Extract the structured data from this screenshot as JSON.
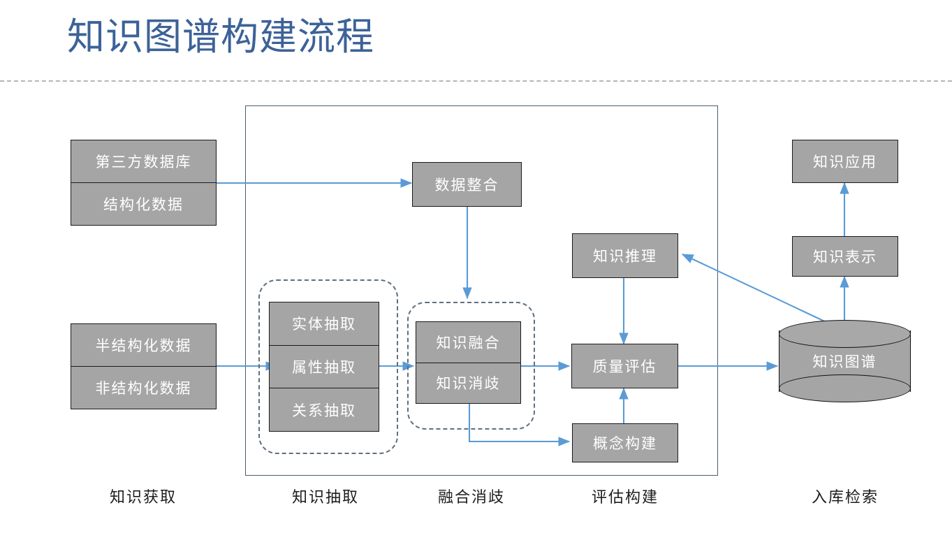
{
  "title": "知识图谱构建流程",
  "colors": {
    "title_text": "#3C6298",
    "node_fill": "#A5A5A5",
    "node_border": "#1A1A1A",
    "node_text": "#FFFFFF",
    "connector": "#5B9BD5",
    "dashed_group_border": "#5F6F7E",
    "frame_border": "#44606E",
    "header_rule": "#B6B6B6"
  },
  "nodes": {
    "source_structured": {
      "top": "第三方数据库",
      "bottom": "结构化数据"
    },
    "source_unstructured": {
      "top": "半结构化数据",
      "bottom": "非结构化数据"
    },
    "extraction": {
      "a": "实体抽取",
      "b": "属性抽取",
      "c": "关系抽取"
    },
    "integration": "数据整合",
    "fusion": {
      "top": "知识融合",
      "bottom": "知识消歧"
    },
    "reasoning": "知识推理",
    "quality": "质量评估",
    "concept": "概念构建",
    "graph_store": "知识图谱",
    "representation": "知识表示",
    "application": "知识应用"
  },
  "phases": [
    {
      "label": "知识获取"
    },
    {
      "label": "知识抽取"
    },
    {
      "label": "融合消歧"
    },
    {
      "label": "评估构建"
    },
    {
      "label": "入库检索"
    }
  ],
  "flows": [
    {
      "from": "结构化数据",
      "to": "数据整合"
    },
    {
      "from": "数据整合",
      "to": "知识融合"
    },
    {
      "from": "非结构化数据",
      "to": "属性抽取"
    },
    {
      "from": "属性抽取",
      "to": "知识融合"
    },
    {
      "from": "知识消歧",
      "to": "质量评估"
    },
    {
      "from": "知识消歧",
      "to": "概念构建"
    },
    {
      "from": "知识推理",
      "to": "质量评估"
    },
    {
      "from": "概念构建",
      "to": "质量评估"
    },
    {
      "from": "质量评估",
      "to": "知识图谱"
    },
    {
      "from": "知识图谱",
      "to": "知识推理"
    },
    {
      "from": "知识图谱",
      "to": "知识表示"
    },
    {
      "from": "知识表示",
      "to": "知识应用"
    }
  ]
}
